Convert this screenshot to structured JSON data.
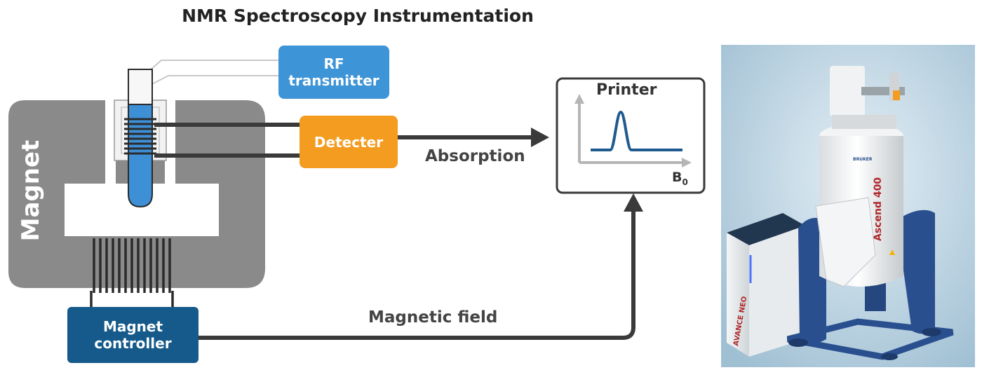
{
  "title": "NMR Spectroscopy Instrumentation",
  "components": {
    "magnet": "Magnet",
    "rf_transmitter": [
      "RF",
      "transmitter"
    ],
    "detector": "Detecter",
    "magnet_controller": [
      "Magnet",
      "controller"
    ],
    "printer": "Printer"
  },
  "labels": {
    "absorption": "Absorption",
    "magnetic_field": "Magnetic field",
    "b0_base": "B",
    "b0_sub": "0"
  },
  "photo": {
    "brand": "BRUKER",
    "console": "AVANCE NEO",
    "magnet_model": "Ascend 400"
  },
  "colors": {
    "magnet_fill": "#8a8a8a",
    "rf_box": "#3d94d6",
    "detector_box": "#f39c20",
    "controller_box": "#155a8a",
    "tube": "#3d8fd6",
    "peak": "#1f5a8f",
    "photo_bg": "#b9d3e2",
    "stand_blue": "#2a4f8f"
  }
}
